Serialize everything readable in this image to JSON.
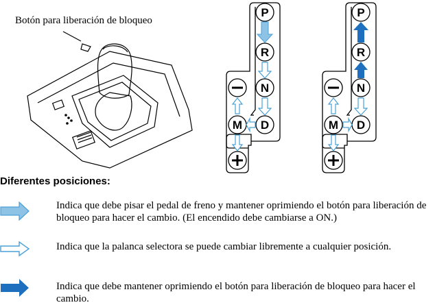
{
  "callout": {
    "release_button": "Botón para liberación de bloqueo"
  },
  "section": {
    "title": "Diferentes posiciones:"
  },
  "gate_labels": {
    "p": "P",
    "r": "R",
    "n": "N",
    "d": "D",
    "m": "M",
    "minus": "−",
    "plus": "+"
  },
  "legend": [
    {
      "icon": "arrow-right-light-blue-filled-icon",
      "text": "Indica que debe pisar el pedal de freno y mantener oprimiendo el botón para liberación de bloqueo para hacer el cambio. (El encendido debe cambiarse a ON.)"
    },
    {
      "icon": "arrow-right-outline-icon",
      "text": "Indica que la palanca selectora se puede cambiar libremente a cualquier posición."
    },
    {
      "icon": "arrow-right-dark-blue-filled-icon",
      "text": "Indica que debe mantener oprimiendo el botón para liberación de bloqueo para hacer el cambio."
    }
  ],
  "colors": {
    "light_blue": "#8fc3e6",
    "dark_blue": "#1f6fbf",
    "outline_blue": "#4aa0d8"
  }
}
